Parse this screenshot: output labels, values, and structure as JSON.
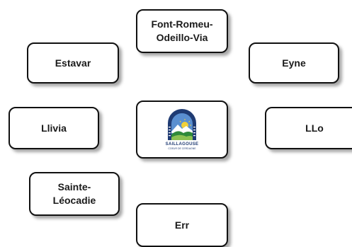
{
  "nodes": {
    "font_romeu": "Font-Romeu-\nOdeillo-Via",
    "estavar": "Estavar",
    "eyne": "Eyne",
    "llivia": "Llivia",
    "llo": "LLo",
    "sainte_leocadie": "Sainte-\nLéocadie",
    "err": "Err"
  },
  "center_logo": {
    "name": "SAILLAGOUSE",
    "tagline": "COEUR DE CERDAGNE",
    "colors": {
      "frame_dark": "#1f3b73",
      "sky": "#5a8fd0",
      "sun": "#f2d13a",
      "hills": "#2f8a3a",
      "light_hills": "#8cc152"
    }
  }
}
